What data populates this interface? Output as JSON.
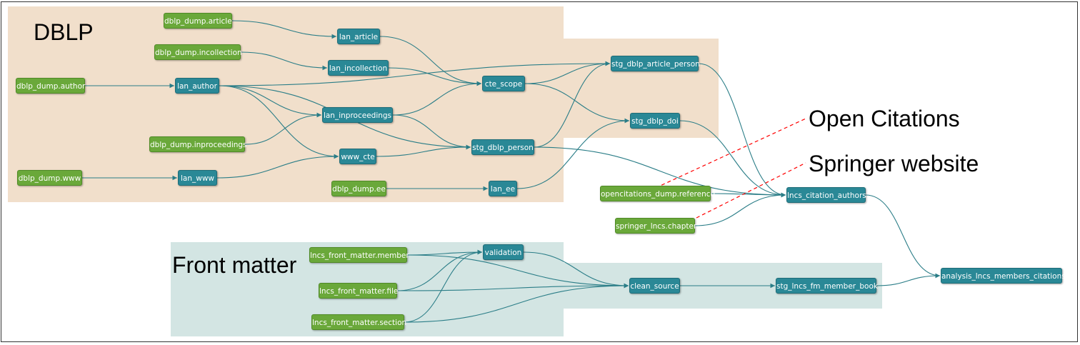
{
  "colors": {
    "dblp_region": "#f1dfcb",
    "front_region": "#d3e5e3",
    "source_node": "#6aa83a",
    "model_node": "#2a8896",
    "edge": "#2a7d87",
    "annotation_line": "#ff0000"
  },
  "regions": {
    "dblp_label": "DBLP",
    "front_matter_label": "Front matter"
  },
  "annotations": {
    "open_citations": "Open Citations",
    "springer_website": "Springer website"
  },
  "nodes": {
    "dblp_dump_article": "dblp_dump.article",
    "dblp_dump_incollection": "dblp_dump.incollection",
    "dblp_dump_author": "dblp_dump.author",
    "dblp_dump_inproceedings": "dblp_dump.inproceedings",
    "dblp_dump_www": "dblp_dump.www",
    "dblp_dump_ee": "dblp_dump.ee",
    "lan_article": "lan_article",
    "lan_incollection": "lan_incollection",
    "lan_author": "lan_author",
    "lan_inproceedings": "lan_inproceedings",
    "www_cte": "www_cte",
    "lan_www": "lan_www",
    "cte_scope": "cte_scope",
    "stg_dblp_person": "stg_dblp_person",
    "lan_ee": "lan_ee",
    "stg_dblp_article_person": "stg_dblp_article_person",
    "stg_dblp_doi": "stg_dblp_doi",
    "opencitations_dump_reference": "opencitations_dump.reference",
    "springer_lncs_chapter": "springer_lncs.chapter",
    "lncs_citation_authors": "lncs_citation_authors",
    "lncs_front_matter_member": "lncs_front_matter.member",
    "lncs_front_matter_file": "lncs_front_matter.file",
    "lncs_front_matter_section": "lncs_front_matter.section",
    "validation": "validation",
    "clean_source": "clean_source",
    "stg_lncs_fm_member_book": "stg_lncs_fm_member_book",
    "analysis_lncs_members_citations": "analysis_lncs_members_citations"
  },
  "edges": [
    [
      "dblp_dump_article",
      "lan_article"
    ],
    [
      "dblp_dump_incollection",
      "lan_incollection"
    ],
    [
      "dblp_dump_author",
      "lan_author"
    ],
    [
      "dblp_dump_inproceedings",
      "lan_inproceedings"
    ],
    [
      "dblp_dump_www",
      "lan_www"
    ],
    [
      "dblp_dump_ee",
      "lan_ee"
    ],
    [
      "lan_author",
      "www_cte"
    ],
    [
      "lan_author",
      "lan_inproceedings"
    ],
    [
      "lan_author",
      "stg_dblp_article_person"
    ],
    [
      "lan_author",
      "stg_dblp_person"
    ],
    [
      "lan_www",
      "www_cte"
    ],
    [
      "lan_article",
      "cte_scope"
    ],
    [
      "lan_incollection",
      "cte_scope"
    ],
    [
      "lan_inproceedings",
      "cte_scope"
    ],
    [
      "lan_inproceedings",
      "stg_dblp_person"
    ],
    [
      "www_cte",
      "stg_dblp_person"
    ],
    [
      "cte_scope",
      "stg_dblp_article_person"
    ],
    [
      "cte_scope",
      "stg_dblp_doi"
    ],
    [
      "stg_dblp_person",
      "stg_dblp_article_person"
    ],
    [
      "lan_ee",
      "stg_dblp_doi"
    ],
    [
      "stg_dblp_article_person",
      "lncs_citation_authors"
    ],
    [
      "stg_dblp_doi",
      "lncs_citation_authors"
    ],
    [
      "stg_dblp_person",
      "lncs_citation_authors"
    ],
    [
      "opencitations_dump_reference",
      "lncs_citation_authors"
    ],
    [
      "springer_lncs_chapter",
      "lncs_citation_authors"
    ],
    [
      "lncs_front_matter_member",
      "validation"
    ],
    [
      "lncs_front_matter_file",
      "validation"
    ],
    [
      "lncs_front_matter_section",
      "validation"
    ],
    [
      "lncs_front_matter_member",
      "clean_source"
    ],
    [
      "lncs_front_matter_file",
      "clean_source"
    ],
    [
      "lncs_front_matter_section",
      "clean_source"
    ],
    [
      "validation",
      "clean_source"
    ],
    [
      "clean_source",
      "stg_lncs_fm_member_book"
    ],
    [
      "lncs_citation_authors",
      "analysis_lncs_members_citations"
    ],
    [
      "stg_lncs_fm_member_book",
      "analysis_lncs_members_citations"
    ]
  ]
}
